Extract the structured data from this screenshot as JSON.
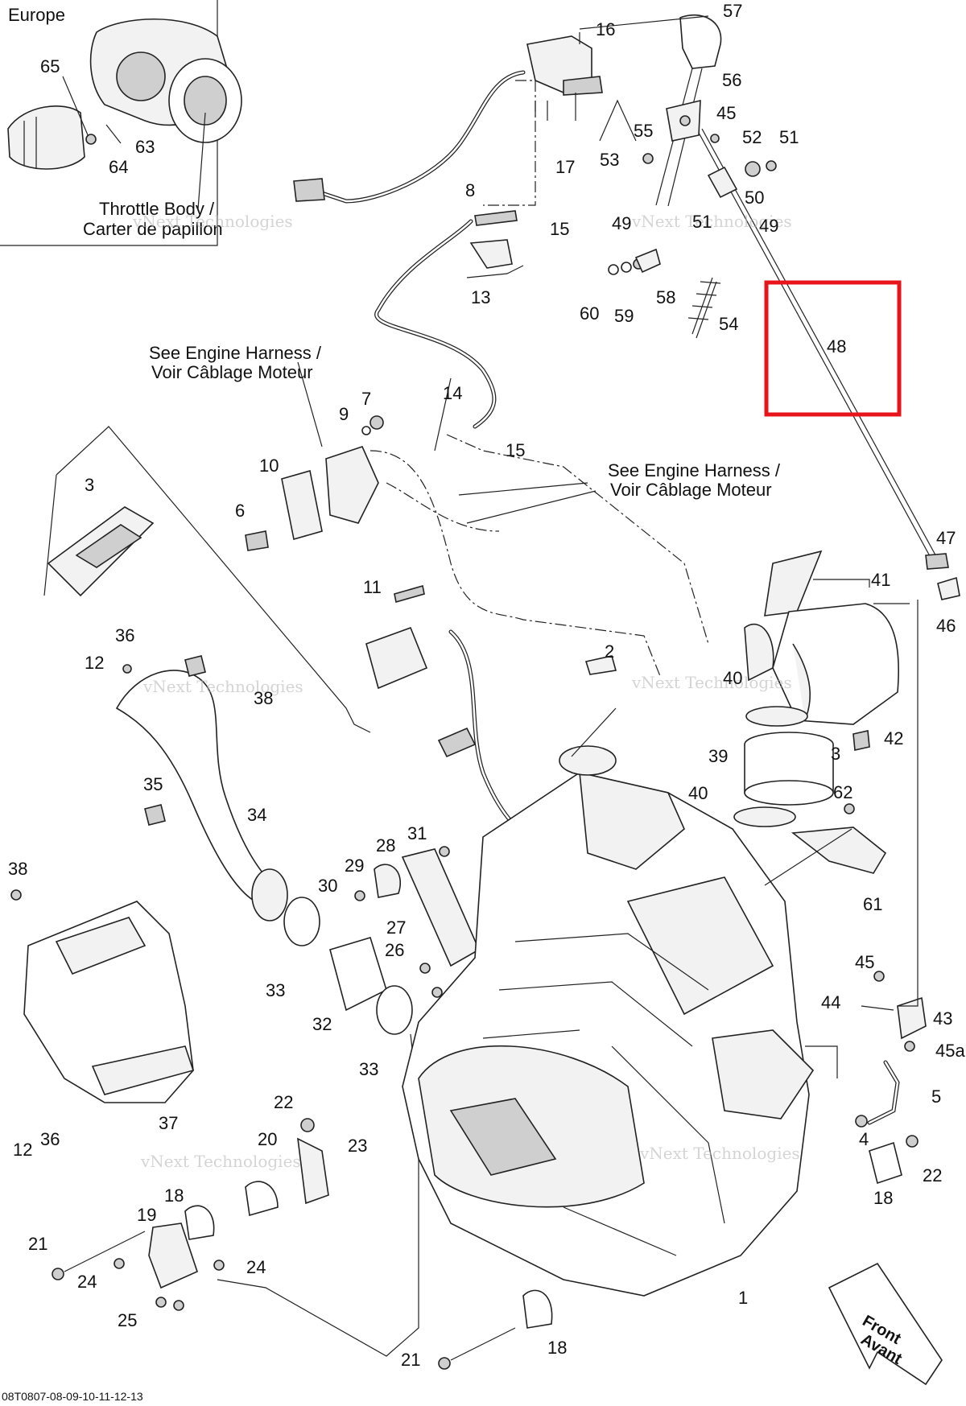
{
  "diagram": {
    "inset": {
      "label": "Europe",
      "caption_en": "Throttle Body /",
      "caption_fr": "Carter de papillon"
    },
    "notes": {
      "engine_harness_1": [
        "See Engine Harness /",
        "Voir Câblage Moteur"
      ],
      "engine_harness_2": [
        "See Engine Harness /",
        "Voir Câblage Moteur"
      ],
      "front": [
        "Front",
        "Avant"
      ]
    },
    "footer_code": "08T0807-08-09-10-11-12-13",
    "watermark": [
      "vNext Technologies"
    ],
    "highlight": {
      "callout": "48",
      "color": "#e8141c"
    },
    "callouts": {
      "c65": "65",
      "c63": "63",
      "c64": "64",
      "c16": "16",
      "c17": "17",
      "c57": "57",
      "c56": "56",
      "c45a": "45",
      "c55": "55",
      "c52": "52",
      "c51a": "51",
      "c53": "53",
      "c50": "50",
      "c49a": "49",
      "c51b": "51",
      "c49b": "49",
      "c8": "8",
      "c15a": "15",
      "c13": "13",
      "c60": "60",
      "c59": "59",
      "c58": "58",
      "c54": "54",
      "c48": "48",
      "c7": "7",
      "c9": "9",
      "c14": "14",
      "c15b": "15",
      "c10": "10",
      "c3a": "3",
      "c6": "6",
      "c11": "11",
      "c47": "47",
      "c41": "41",
      "c46": "46",
      "c36a": "36",
      "c12a": "12",
      "c38a": "38",
      "c2": "2",
      "c40a": "40",
      "c3b": "3",
      "c42": "42",
      "c39": "39",
      "c35": "35",
      "c34": "34",
      "c40b": "40",
      "c62": "62",
      "c31": "31",
      "c28": "28",
      "c29": "29",
      "c38b": "38",
      "c30": "30",
      "c61": "61",
      "c27": "27",
      "c26": "26",
      "c33a": "33",
      "c32": "32",
      "c45b": "45",
      "c44": "44",
      "c43": "43",
      "c45c": "45a",
      "c33b": "33",
      "c5": "5",
      "c22a": "22",
      "c37": "37",
      "c12b": "12",
      "c36b": "36",
      "c20": "20",
      "c23": "23",
      "c4": "4",
      "c18a": "18",
      "c22b": "22",
      "c19": "19",
      "c18b": "18",
      "c21a": "21",
      "c24a": "24",
      "c24b": "24",
      "c25": "25",
      "c1": "1",
      "c18c": "18",
      "c21b": "21"
    }
  }
}
